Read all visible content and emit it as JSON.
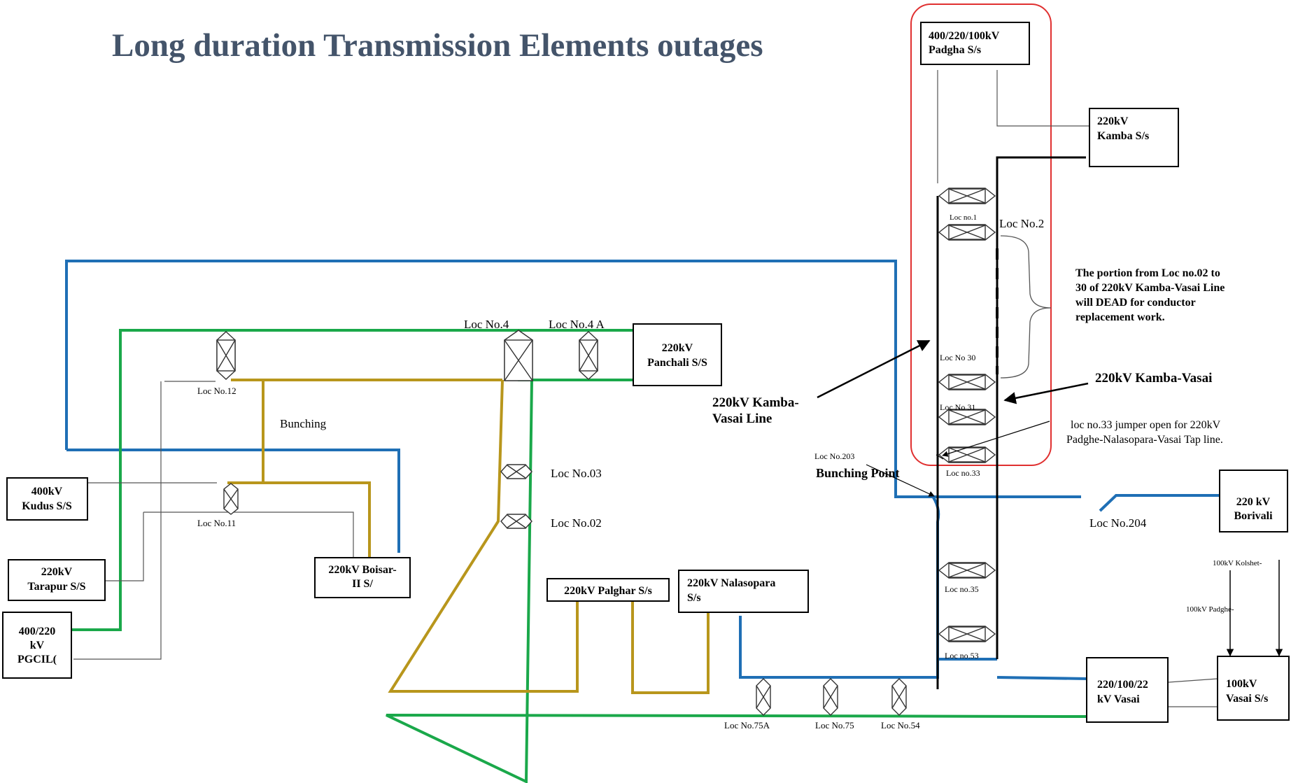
{
  "title": "Long duration Transmission Elements outages",
  "colors": {
    "blue": "#1f6fb5",
    "green": "#1aa84a",
    "gold": "#b8961c",
    "black": "#000000",
    "red": "#e03030",
    "title": "#44546a"
  },
  "substations": {
    "padgha": [
      "400/220/100kV",
      "Padgha S/s"
    ],
    "kamba": [
      "220kV",
      "Kamba S/s"
    ],
    "panchali": [
      "220kV",
      "Panchali S/S"
    ],
    "kudus": [
      "400kV",
      "Kudus S/S"
    ],
    "tarapur": [
      "220kV",
      "Tarapur S/S"
    ],
    "pgcil": [
      "400/220",
      "kV",
      "PGCIL("
    ],
    "boisar": [
      "220kV Boisar-",
      "II S/"
    ],
    "palghar": [
      "220kV Palghar S/s"
    ],
    "nalasopara": [
      "220kV Nalasopara",
      "S/s"
    ],
    "borivali": [
      "220 kV",
      "Borivali"
    ],
    "vasai220": [
      "220/100/22",
      "kV Vasai"
    ],
    "vasai100": [
      "100kV",
      "Vasai S/s"
    ]
  },
  "locations": {
    "loc_no_1": "Loc no.1",
    "loc_no_2": "Loc No.2",
    "loc_no_30": "Loc No 30",
    "loc_no_31": "Loc No 31",
    "loc_no_33": "Loc no.33",
    "loc_no_35": "Loc no.35",
    "loc_no_53": "Loc no.53",
    "loc_no_4": "Loc No.4",
    "loc_no_4a": "Loc No.4 A",
    "loc_no_12": "Loc No.12",
    "loc_no_11": "Loc No.11",
    "loc_no_03": "Loc No.03",
    "loc_no_02": "Loc No.02",
    "loc_no_203": "Loc No.203",
    "loc_no_204": "Loc No.204",
    "loc_no_75a": "Loc No.75A",
    "loc_no_75": "Loc No.75",
    "loc_no_54": "Loc No.54"
  },
  "annotations": {
    "portion_note": [
      "The portion from Loc no.02 to",
      "30 of 220kV Kamba-Vasai Line",
      "will DEAD for conductor",
      "replacement work."
    ],
    "kamba_vasai": "220kV Kamba-Vasai",
    "kamba_vasai_line": [
      "220kV Kamba-",
      "Vasai Line"
    ],
    "jumper_note": [
      "loc no.33 jumper open for 220kV",
      "Padghe-Nalasopara-Vasai Tap line."
    ],
    "bunching": "Bunching",
    "bunching_point": "Bunching Point",
    "kolshet": "100kV Kolshet-",
    "padghe100": "100kV Padghe-"
  }
}
